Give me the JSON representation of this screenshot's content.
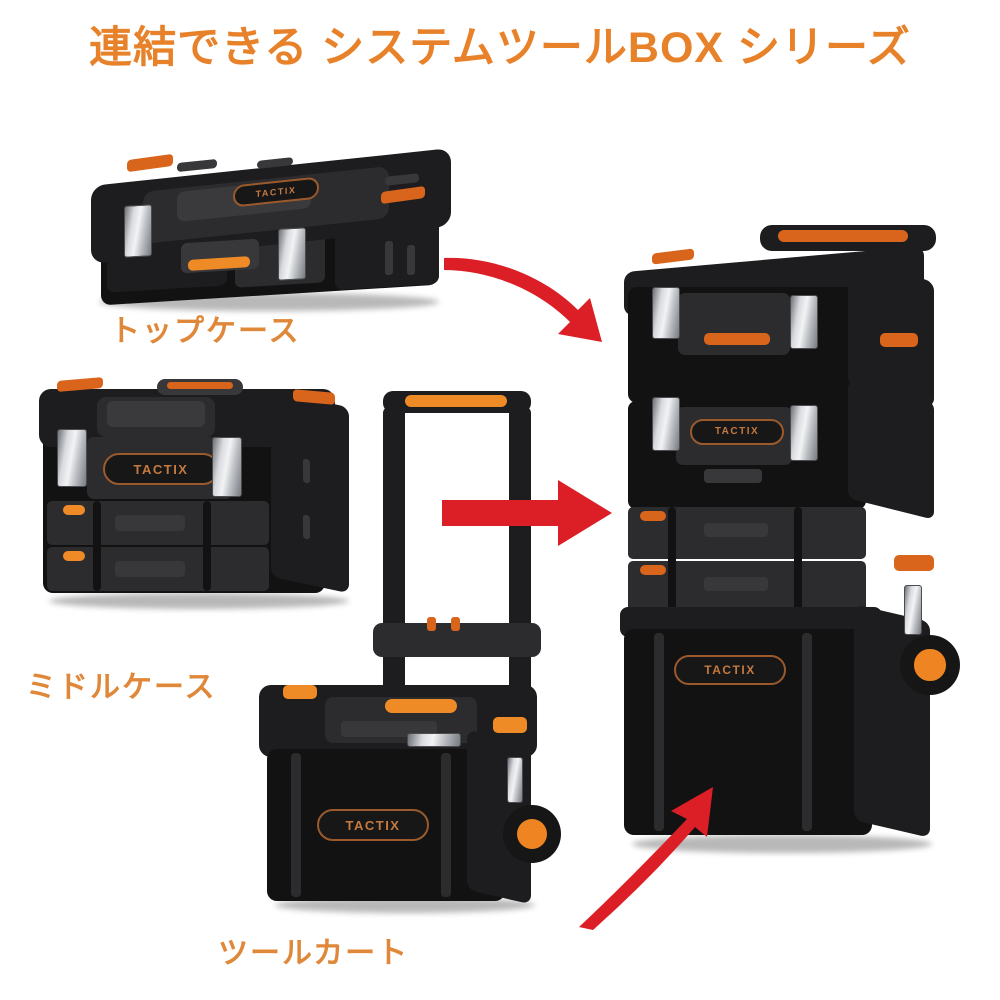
{
  "page": {
    "background_color": "#ffffff",
    "title": "連結できる システムツールBOX シリーズ",
    "title_color": "#e8822a",
    "caption_color": "#e0883a",
    "arrow_color": "#dc1f26",
    "brand": "TACTIX"
  },
  "captions": {
    "top_case": "トップケース",
    "middle_case": "ミドルケース",
    "tool_cart": "ツールカート"
  },
  "products": [
    {
      "id": "top-case",
      "label": "トップケース",
      "brand": "TACTIX",
      "body_color": "#1d1d1f",
      "accent_color": "#ef8b27",
      "latch_color": "#e8eaed"
    },
    {
      "id": "middle-case",
      "label": "ミドルケース",
      "brand": "TACTIX",
      "body_color": "#1d1d1f",
      "accent_color": "#ef8b27",
      "latch_color": "#e8eaed"
    },
    {
      "id": "tool-cart",
      "label": "ツールカート",
      "brand": "TACTIX",
      "body_color": "#1d1d1f",
      "accent_color": "#ef8b27",
      "wheel_color": "#ee8522"
    },
    {
      "id": "assembled-stack",
      "label": "",
      "brand": "TACTIX",
      "body_color": "#1d1d1f",
      "accent_color": "#ef8b27",
      "wheel_color": "#ee8522"
    }
  ],
  "arrows": [
    {
      "id": "arrow-top-to-stack",
      "shape": "curved-down-right",
      "color": "#dc1f26"
    },
    {
      "id": "arrow-middle-to-stack",
      "shape": "straight-right",
      "color": "#dc1f26"
    },
    {
      "id": "arrow-cart-to-stack",
      "shape": "curved-up-right",
      "color": "#dc1f26"
    }
  ]
}
